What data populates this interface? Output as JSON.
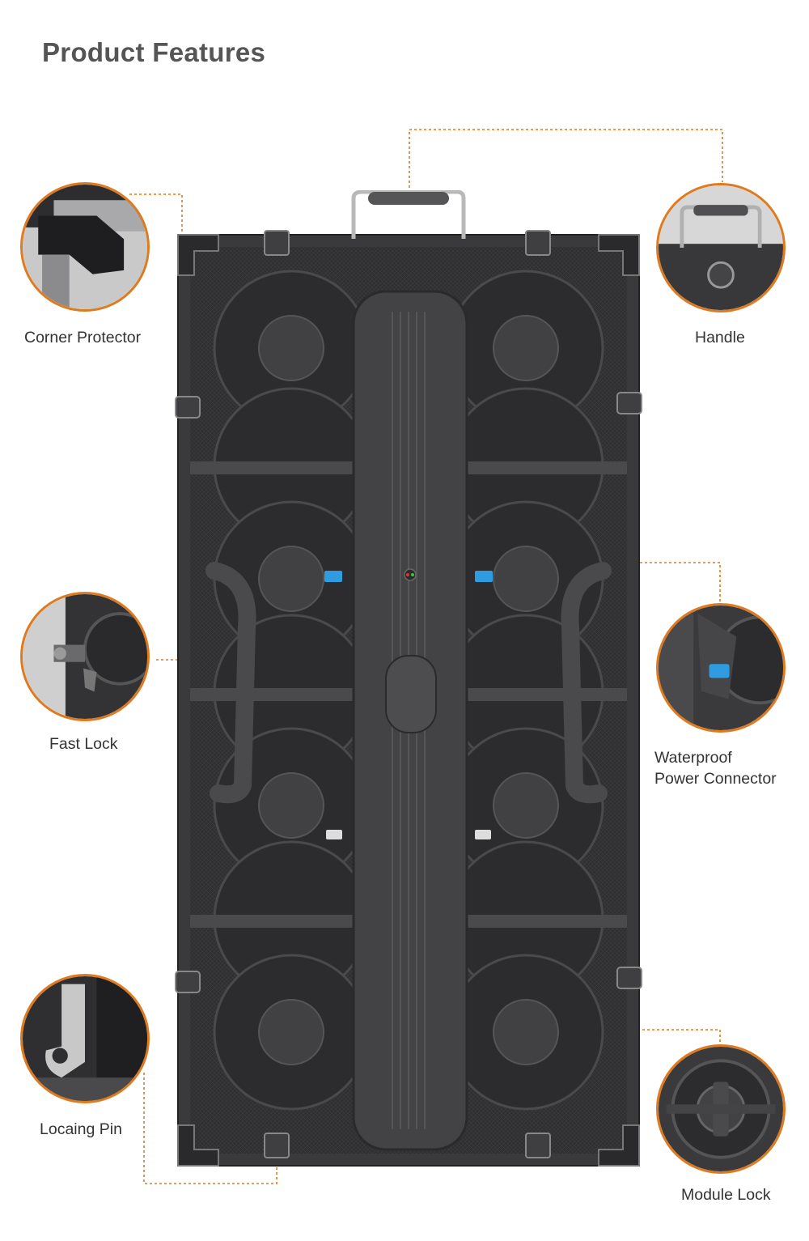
{
  "page": {
    "title": "Product Features"
  },
  "features": {
    "corner_protector": {
      "label": "Corner Protector"
    },
    "handle": {
      "label": "Handle"
    },
    "fast_lock": {
      "label": "Fast Lock"
    },
    "waterproof_power_connector": {
      "label_line1": "Waterproof",
      "label_line2": "Power Connector"
    },
    "locating_pin": {
      "label": "Locaing Pin"
    },
    "module_lock": {
      "label": "Module Lock"
    }
  },
  "colors": {
    "accent": "#e07a1f",
    "cabinet": "#3a3a3c",
    "connector": "#2f9be0",
    "title": "#555555"
  },
  "icons": [
    "corner-protector-icon",
    "handle-icon",
    "fast-lock-icon",
    "waterproof-connector-icon",
    "locating-pin-icon",
    "module-lock-icon"
  ]
}
